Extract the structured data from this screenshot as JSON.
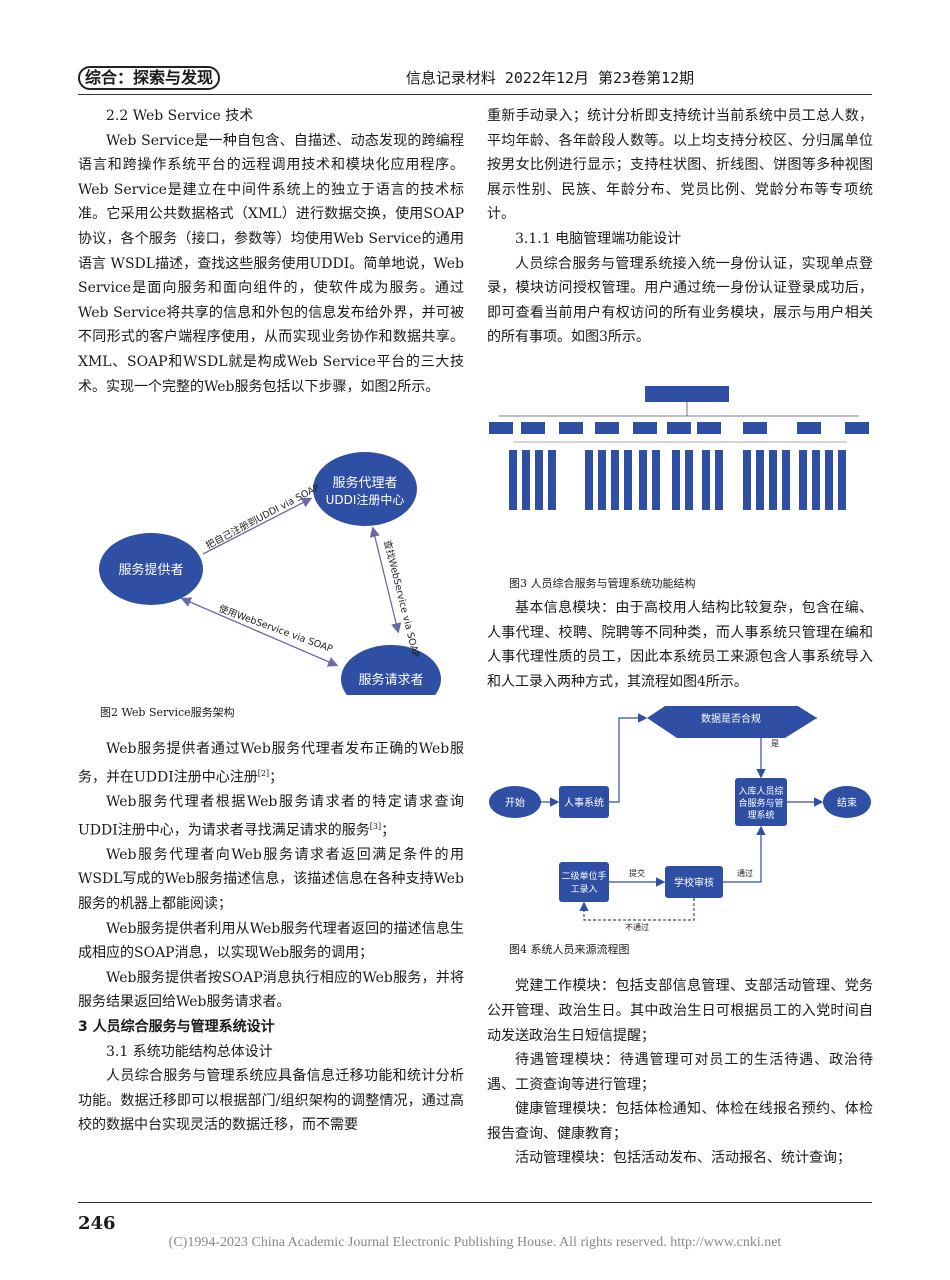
{
  "header": {
    "section": "综合：探索与发现",
    "journal": "信息记录材料 2022年12月 第23卷第12期"
  },
  "left": {
    "sec22_title": "2.2 Web Service 技术",
    "para1": "Web Service是一种自包含、自描述、动态发现的跨编程语言和跨操作系统平台的远程调用技术和模块化应用程序。Web Service是建立在中间件系统上的独立于语言的技术标准。它采用公共数据格式（XML）进行数据交换，使用SOAP协议，各个服务（接口，参数等）均使用Web Service的通用语言 WSDL描述，查找这些服务使用UDDI。简单地说，Web Service是面向服务和面向组件的，使软件成为服务。通过Web Service将共享的信息和外包的信息发布给外界，并可被不同形式的客户端程序使用，从而实现业务协作和数据共享。XML、SOAP和WSDL就是构成Web Service平台的三大技术。实现一个完整的Web服务包括以下步骤，如图2所示。",
    "fig2": {
      "node_broker_1": "服务代理者",
      "node_broker_2": "UDDI注册中心",
      "node_provider": "服务提供者",
      "node_requester": "服务请求者",
      "edge_register": "把自己注册到UDDI via SOAP",
      "edge_find": "查找WebService via SOAP",
      "edge_use": "使用WebService via SOAP",
      "caption": "图2 Web Service服务架构"
    },
    "step1_a": "Web服务提供者通过Web服务代理者发布正确的Web服务，并在UDDI注册中心注册",
    "step1_ref": "[2]",
    "step1_b": "；",
    "step2_a": "Web服务代理者根据Web服务请求者的特定请求查询UDDI注册中心，为请求者寻找满足请求的服务",
    "step2_ref": "[3]",
    "step2_b": "；",
    "step3": "Web服务代理者向Web服务请求者返回满足条件的用WSDL写成的Web服务描述信息，该描述信息在各种支持Web服务的机器上都能阅读；",
    "step4": "Web服务提供者利用从Web服务代理者返回的描述信息生成相应的SOAP消息，以实现Web服务的调用；",
    "step5": "Web服务提供者按SOAP消息执行相应的Web服务，并将服务结果返回给Web服务请求者。",
    "sec3_title": "3 人员综合服务与管理系统设计",
    "sec31_title": "3.1 系统功能结构总体设计",
    "para31": "人员综合服务与管理系统应具备信息迁移功能和统计分析功能。数据迁移即可以根据部门/组织架构的调整情况，通过高校的数据中台实现灵活的数据迁移，而不需要"
  },
  "right": {
    "para_cont": "重新手动录入；统计分析即支持统计当前系统中员工总人数，平均年龄、各年龄段人数等。以上均支持分校区、分归属单位按男女比例进行显示；支持柱状图、折线图、饼图等多种视图展示性别、民族、年龄分布、党员比例、党龄分布等专项统计。",
    "sec311_title": "3.1.1 电脑管理端功能设计",
    "para311": "人员综合服务与管理系统接入统一身份认证，实现单点登录，模块访问授权管理。用户通过统一身份认证登录成功后，即可查看当前用户有权访问的所有业务模块，展示与用户相关的所有事项。如图3所示。",
    "fig3_caption": "图3 人员综合服务与管理系统功能结构",
    "para_basic": "基本信息模块：由于高校用人结构比较复杂，包含在编、人事代理、校聘、院聘等不同种类，而人事系统只管理在编和人事代理性质的员工，因此本系统员工来源包含人事系统导入和人工录入两种方式，其流程如图4所示。",
    "fig4": {
      "start": "开始",
      "hr_system": "人事系统",
      "check": "数据是否合规",
      "yes": "是",
      "store_1": "入库人员综",
      "store_2": "合服务与管",
      "store_3": "理系统",
      "end": "结束",
      "manual_1": "二级单位手",
      "manual_2": "工录入",
      "submit": "提交",
      "review": "学校审核",
      "pass": "通过",
      "fail": "不通过",
      "caption": "图4 系统人员来源流程图"
    },
    "para_party": "党建工作模块：包括支部信息管理、支部活动管理、党务公开管理、政治生日。其中政治生日可根据员工的入党时间自动发送政治生日短信提醒；",
    "para_treat": "待遇管理模块：待遇管理可对员工的生活待遇、政治待遇、工资查询等进行管理；",
    "para_health": "健康管理模块：包括体检通知、体检在线报名预约、体检报告查询、健康教育；",
    "para_activity": "活动管理模块：包括活动发布、活动报名、统计查询；"
  },
  "page_number": "246",
  "footer": "(C)1994-2023 China Academic Journal Electronic Publishing House. All rights reserved.    http://www.cnki.net"
}
